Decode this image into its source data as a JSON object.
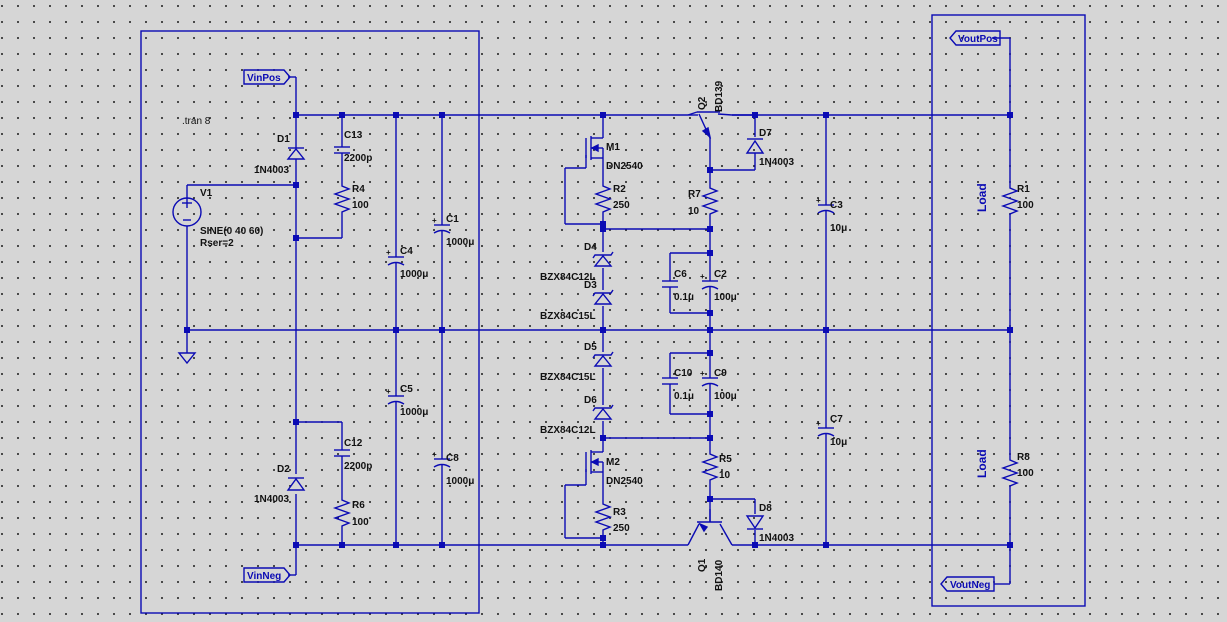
{
  "directive": ".tran 8",
  "flags": {
    "vinpos": "VinPos",
    "vinneg": "VinNeg",
    "voutpos": "VoutPos",
    "voutneg": "VoutNeg"
  },
  "source": {
    "name": "V1",
    "value": "SINE(0 40 60)",
    "rser": "Rser=2"
  },
  "components": {
    "d1": {
      "name": "D1",
      "value": "1N4003"
    },
    "d2": {
      "name": "D2",
      "value": "1N4003"
    },
    "c13": {
      "name": "C13",
      "value": "2200p"
    },
    "r4": {
      "name": "R4",
      "value": "100"
    },
    "c12": {
      "name": "C12",
      "value": "2200p"
    },
    "r6": {
      "name": "R6",
      "value": "100"
    },
    "c4": {
      "name": "C4",
      "value": "1000μ"
    },
    "c5": {
      "name": "C5",
      "value": "1000μ"
    },
    "c1": {
      "name": "C1",
      "value": "1000μ"
    },
    "c8": {
      "name": "C8",
      "value": "1000μ"
    },
    "m1": {
      "name": "M1",
      "value": "DN2540"
    },
    "r2": {
      "name": "R2",
      "value": "250"
    },
    "m2": {
      "name": "M2",
      "value": "DN2540"
    },
    "r3": {
      "name": "R3",
      "value": "250"
    },
    "d4": {
      "name": "D4",
      "value": "BZX84C12L"
    },
    "d3": {
      "name": "D3",
      "value": "BZX84C15L"
    },
    "d5": {
      "name": "D5",
      "value": "BZX84C15L"
    },
    "d6": {
      "name": "D6",
      "value": "BZX84C12L"
    },
    "q2": {
      "name": "Q2",
      "value": "BD139"
    },
    "q1": {
      "name": "Q1",
      "value": "BD140"
    },
    "r7": {
      "name": "R7",
      "value": "10"
    },
    "r5": {
      "name": "R5",
      "value": "10"
    },
    "c6": {
      "name": "C6",
      "value": "0.1μ"
    },
    "c2": {
      "name": "C2",
      "value": "100μ"
    },
    "c10": {
      "name": "C10",
      "value": "0.1μ"
    },
    "c9": {
      "name": "C9",
      "value": "100μ"
    },
    "d7": {
      "name": "D7",
      "value": "1N4003"
    },
    "d8": {
      "name": "D8",
      "value": "1N4003"
    },
    "c3": {
      "name": "C3",
      "value": "10μ"
    },
    "c7": {
      "name": "C7",
      "value": "10μ"
    },
    "r1": {
      "name": "R1",
      "value": "100"
    },
    "r8": {
      "name": "R8",
      "value": "100"
    }
  },
  "load_labels": {
    "top": "Load",
    "bottom": "Load"
  }
}
